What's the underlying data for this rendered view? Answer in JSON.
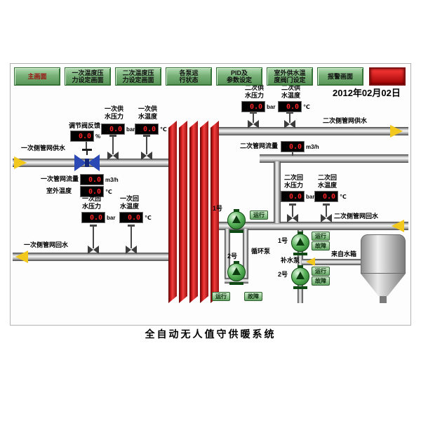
{
  "screen": {
    "date": "2012年02月02日",
    "caption": "全自动无人值守供暖系统"
  },
  "toolbar": {
    "buttons": [
      "主画面",
      "一次温度压\n力设定画面",
      "二次温度压\n力设定画面",
      "各泵运\n行状态",
      "PID及\n参数设定",
      "室外供水温\n度阀门设定",
      "报警画面"
    ]
  },
  "displays": [
    {
      "label": "调节阀反馈",
      "value": "0.0",
      "unit": "%"
    },
    {
      "label": "一次供\n水压力",
      "value": "0.0",
      "unit": "bar"
    },
    {
      "label": "一次供\n水温度",
      "value": "0.0",
      "unit": "℃"
    },
    {
      "label": "一次管网流量",
      "value": "0.0",
      "unit": "m3/h"
    },
    {
      "label": "室外温度",
      "value": "0.0",
      "unit": "℃"
    },
    {
      "label": "一次回\n水压力",
      "value": "0.0",
      "unit": "bar"
    },
    {
      "label": "一次回\n水温度",
      "value": "0.0",
      "unit": "℃"
    },
    {
      "label": "二次供\n水压力",
      "value": "0.0",
      "unit": "bar"
    },
    {
      "label": "二次供\n水温度",
      "value": "0.0",
      "unit": "℃"
    },
    {
      "label": "二次管网流量",
      "value": "0.0",
      "unit": "m3/h"
    },
    {
      "label": "二次回\n水压力",
      "value": "0.0",
      "unit": "bar"
    },
    {
      "label": "二次回\n水温度",
      "value": "0.0",
      "unit": "℃"
    }
  ],
  "pipes": {
    "primary_supply": "一次侧管网供水",
    "primary_return": "一次侧管网回水",
    "secondary_supply": "二次侧管网供水",
    "secondary_return": "二次侧管网回水",
    "from_tank": "来自水箱"
  },
  "pumps": {
    "circulation_group": "循环泵",
    "makeup_group": "补水泵",
    "no1": "1号",
    "no2": "2号",
    "run": "运行",
    "fault": "故障"
  },
  "colors": {
    "button_green": "#79b279",
    "alarm_red": "#c40808",
    "exchanger_red": "#d31c1c",
    "display_value_red": "#ff2323",
    "arrow_yellow": "#f2c71e"
  }
}
